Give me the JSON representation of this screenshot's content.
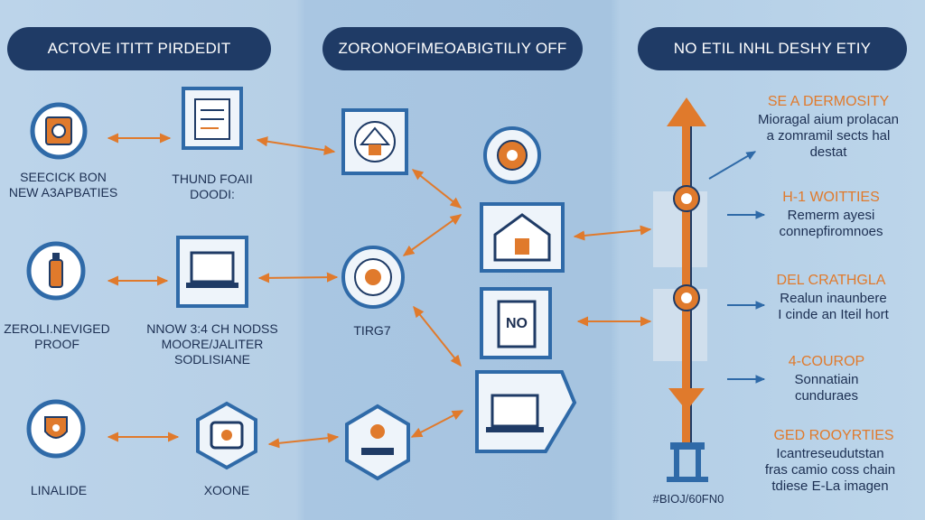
{
  "headers": {
    "left": "ACTOVE ITITT PIRDEDIT",
    "middle": "ZORONOFIMEOABIGTILIY OFF",
    "right": "NO ETIL INHL DESHY ETIY"
  },
  "left_labels": {
    "a": [
      "SEECICK BON",
      "NEW A3APBATIES"
    ],
    "b": [
      "THUND FOAII",
      "DOODI:"
    ],
    "c": [
      "ZEROLI.NEVIGED",
      "PROOF"
    ],
    "d": [
      "NNOW 3:4 CH NODSS",
      "MOORE/JALITER",
      "SODLISIANE"
    ],
    "e": [
      "LINALIDE"
    ],
    "f": [
      "XOONE"
    ]
  },
  "middle_labels": {
    "target": "TIRG7",
    "no_card": "NO"
  },
  "right_blocks": [
    {
      "heading": "SE A DERMOSITY",
      "lines": [
        "Mioragal aium prolacan",
        "a zomramil sects hal",
        "destat"
      ]
    },
    {
      "heading": "H-1 WOITTIES",
      "lines": [
        "Remerm ayesi",
        "connepfiromnoes"
      ]
    },
    {
      "heading": "DEL CRATHGLA",
      "lines": [
        "Realun inaunbere",
        "I cinde an Iteil hort"
      ]
    },
    {
      "heading": "4-COUROP",
      "lines": [
        "Sonnatiain",
        "cunduraes"
      ]
    },
    {
      "heading": "GED ROOYRTIES",
      "lines": [
        "Icantreseudutstan",
        "fras camio coss chain",
        "tdiese E-La imagen"
      ]
    }
  ],
  "footer_code": "#BIOJ/60FN0",
  "colors": {
    "navy": "#1f3b66",
    "orange": "#e07a2c",
    "accent_blue": "#2f6aa8",
    "text": "#1c2f52"
  }
}
